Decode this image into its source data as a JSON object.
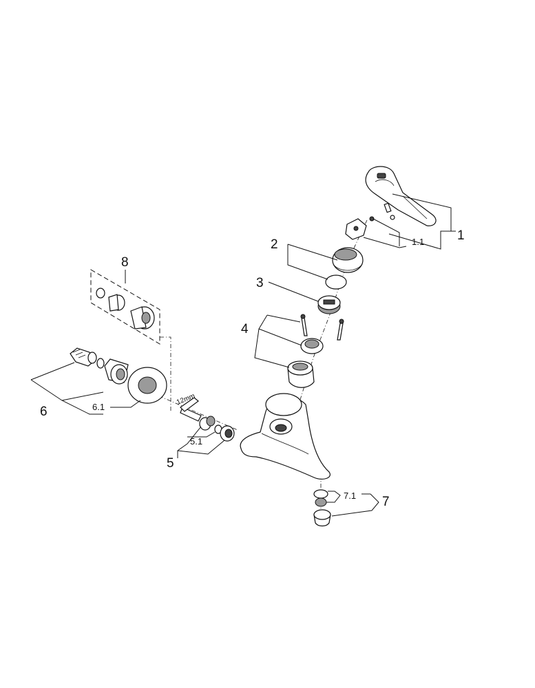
{
  "labels": {
    "p1": "1",
    "p1_1": "1.1",
    "p2": "2",
    "p3": "3",
    "p4": "4",
    "p5": "5",
    "p5_1": "5.1",
    "p6": "6",
    "p6_1": "6.1",
    "p7": "7",
    "p7_1": "7.1",
    "p8": "8",
    "tool_size": "12mm"
  }
}
